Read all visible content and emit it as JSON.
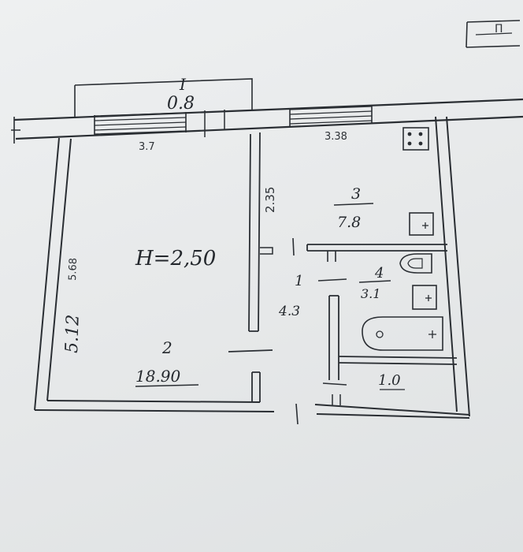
{
  "sheet": {
    "page_label": "П"
  },
  "balcony": {
    "roman": "I",
    "area": "0.8"
  },
  "window_widths": {
    "left": "3.7",
    "right": "3.38"
  },
  "ceiling_height": "H=2,50",
  "dimensions": {
    "partition_length": "2.35",
    "wall_length_main": "5.12",
    "wall_length_alt": "5.68"
  },
  "rooms": [
    {
      "number": "1",
      "area": "4.3"
    },
    {
      "number": "2",
      "area": "18.90"
    },
    {
      "number": "3",
      "area": "7.8"
    },
    {
      "number": "4",
      "area": "3.1"
    },
    {
      "number": "",
      "area": "1.0"
    }
  ],
  "fixtures": [
    "stove-icon",
    "sink-icon",
    "toilet-icon",
    "washbasin-icon",
    "bathtub-icon"
  ]
}
